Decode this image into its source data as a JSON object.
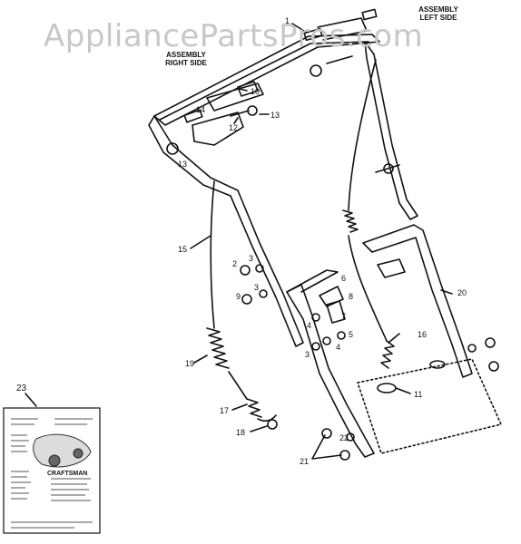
{
  "watermark": "AppliancePartsPros.com",
  "assembly_labels": {
    "left_line1": "ASSEMBLY",
    "left_line2": "LEFT SIDE",
    "right_line1": "ASSEMBLY",
    "right_line2": "RIGHT SIDE"
  },
  "callouts": {
    "c1": "1",
    "c2": "2",
    "c3a": "3",
    "c3b": "3",
    "c3c": "3",
    "c4a": "4",
    "c4b": "4",
    "c5": "5",
    "c6": "6",
    "c7": "7",
    "c8": "8",
    "c9": "9",
    "c10": "10",
    "c11": "11",
    "c12": "12",
    "c13a": "13",
    "c13b": "13",
    "c14": "14",
    "c15": "15",
    "c16": "16",
    "c17": "17",
    "c18": "18",
    "c19": "19",
    "c20": "20",
    "c21": "21",
    "c22": "22",
    "c23": "23"
  },
  "manual_cover": {
    "brand": "CRAFTSMAN"
  }
}
